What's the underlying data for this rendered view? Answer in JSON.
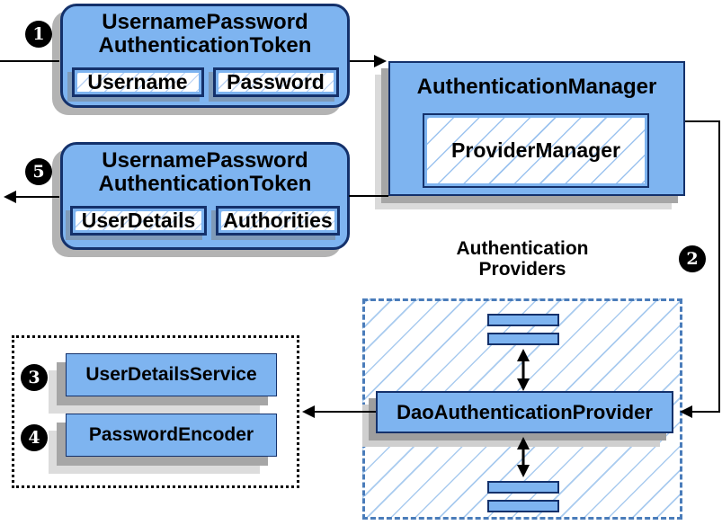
{
  "diagram": {
    "steps": [
      "1",
      "2",
      "3",
      "4",
      "5"
    ],
    "request_token": {
      "title_line1": "UsernamePassword",
      "title_line2": "AuthenticationToken",
      "fields": [
        "Username",
        "Password"
      ]
    },
    "authentication_manager": {
      "title": "AuthenticationManager",
      "inner_label": "ProviderManager"
    },
    "response_token": {
      "title_line1": "UsernamePassword",
      "title_line2": "AuthenticationToken",
      "fields": [
        "UserDetails",
        "Authorities"
      ]
    },
    "providers": {
      "label_line1": "Authentication",
      "label_line2": "Providers",
      "dao_label": "DaoAuthenticationProvider"
    },
    "services": {
      "user_details_service": "UserDetailsService",
      "password_encoder": "PasswordEncoder"
    },
    "colors": {
      "box_fill": "#7EB4F0",
      "box_border": "#14316B",
      "hatch_line": "#A9CBEF",
      "dashed_border": "#4A7CBA",
      "dotted_border": "#000000",
      "shadow": "#A8A8A8",
      "arrow": "#000000",
      "badge_bg": "#000000",
      "badge_text": "#FFFFFF"
    }
  }
}
